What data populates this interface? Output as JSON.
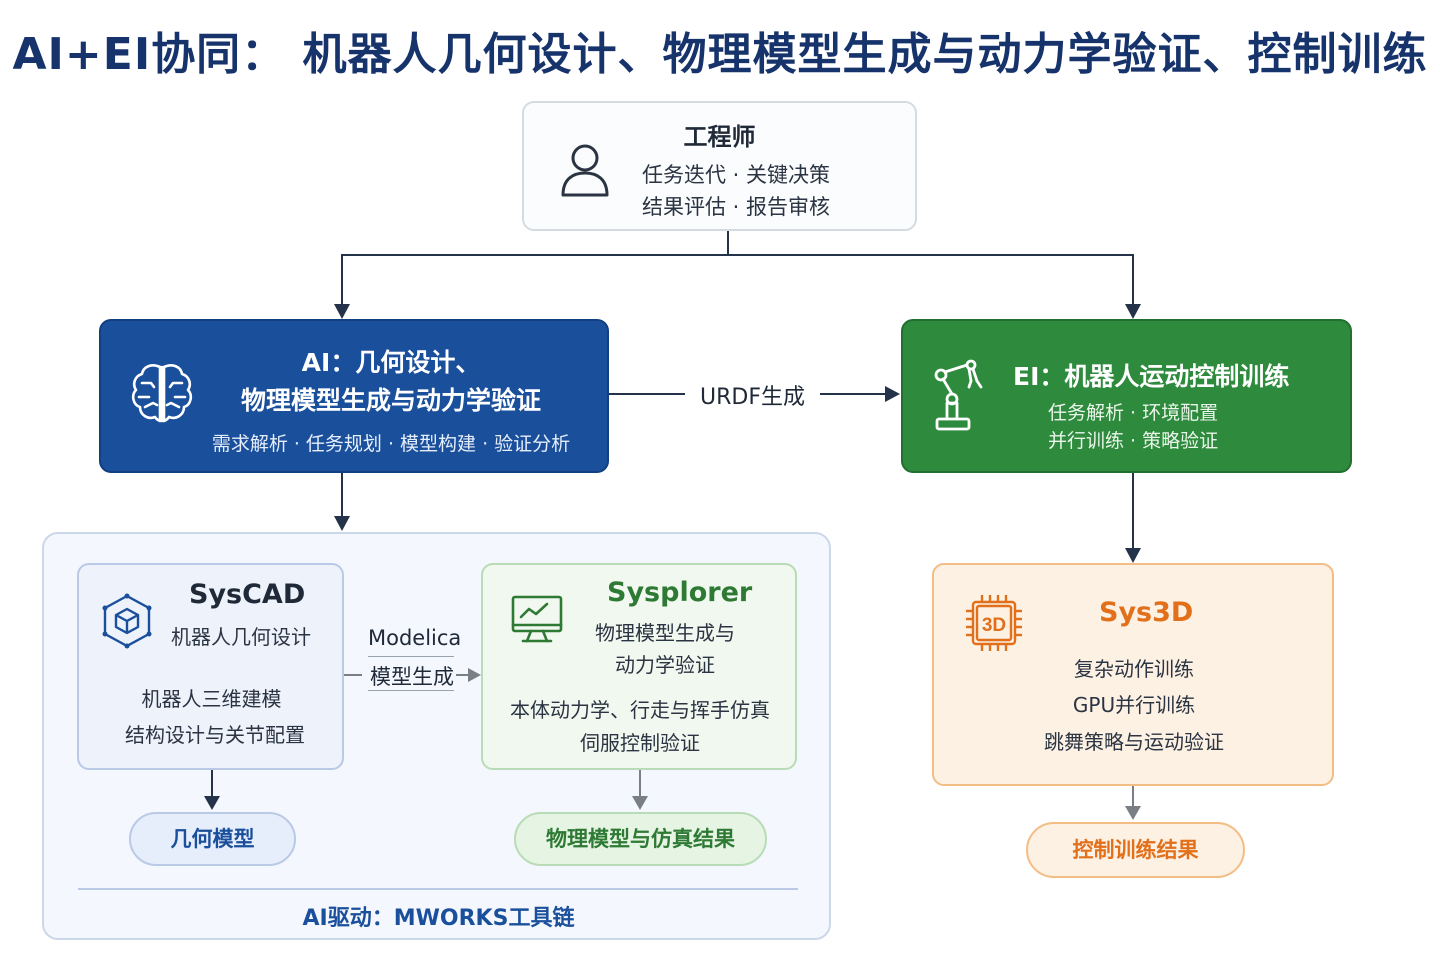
{
  "title": "AI+EI协同： 机器人几何设计、物理模型生成与动力学验证、控制训练",
  "engineer": {
    "title": "工程师",
    "line1": "任务迭代 · 关键决策",
    "line2": "结果评估 · 报告审核",
    "icon": "person-icon"
  },
  "ai": {
    "title_line1": "AI：几何设计、",
    "title_line2": "物理模型生成与动力学验证",
    "subtitle": "需求解析 · 任务规划 · 模型构建 · 验证分析",
    "icon": "brain-icon",
    "color": "#1a4f9c"
  },
  "ei": {
    "title": "EI：机器人运动控制训练",
    "line1": "任务解析 · 环境配置",
    "line2": "并行训练 · 策略验证",
    "icon": "robot-arm-icon",
    "color": "#2e8a3d"
  },
  "urdf_label": "URDF生成",
  "syscad": {
    "title": "SysCAD",
    "subtitle": "机器人几何设计",
    "line1": "机器人三维建模",
    "line2": "结构设计与关节配置",
    "icon": "cube-icon"
  },
  "modelica": {
    "line1": "Modelica",
    "line2": "模型生成"
  },
  "sysplorer": {
    "title": "Sysplorer",
    "subtitle1": "物理模型生成与",
    "subtitle2": "动力学验证",
    "line1": "本体动力学、行走与挥手仿真",
    "line2": "伺服控制验证",
    "icon": "monitor-chart-icon",
    "color": "#2e7a34"
  },
  "sys3d": {
    "title": "Sys3D",
    "icon_text": "3D",
    "line1": "复杂动作训练",
    "line2": "GPU并行训练",
    "line3": "跳舞策略与运动验证",
    "icon": "chip-3d-icon",
    "color": "#e2701b"
  },
  "outputs": {
    "geometry": "几何模型",
    "physics": "物理模型与仿真结果",
    "control": "控制训练结果"
  },
  "toolchain_label": "AI驱动：MWORKS工具链"
}
